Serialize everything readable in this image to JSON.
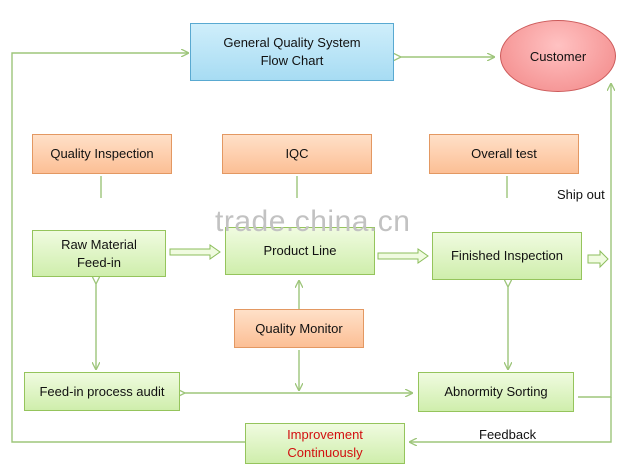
{
  "nodes": {
    "title": [
      "General Quality System",
      "Flow Chart"
    ],
    "customer": "Customer",
    "quality_inspection": "Quality Inspection",
    "iqc": "IQC",
    "overall_test": "Overall test",
    "raw_material": [
      "Raw Material",
      "Feed-in"
    ],
    "product_line": "Product  Line",
    "finished_inspection": "Finished Inspection",
    "quality_monitor": "Quality Monitor",
    "feed_in_audit": "Feed-in process audit",
    "abnormity_sorting": "Abnormity  Sorting",
    "improvement": [
      "Improvement",
      "Continuously"
    ]
  },
  "labels": {
    "ship_out": "Ship out",
    "feedback": "Feedback"
  },
  "watermark": "trade.china.cn",
  "colors": {
    "connector": "#9dc57a",
    "improvement_text": "#d20f0f"
  }
}
